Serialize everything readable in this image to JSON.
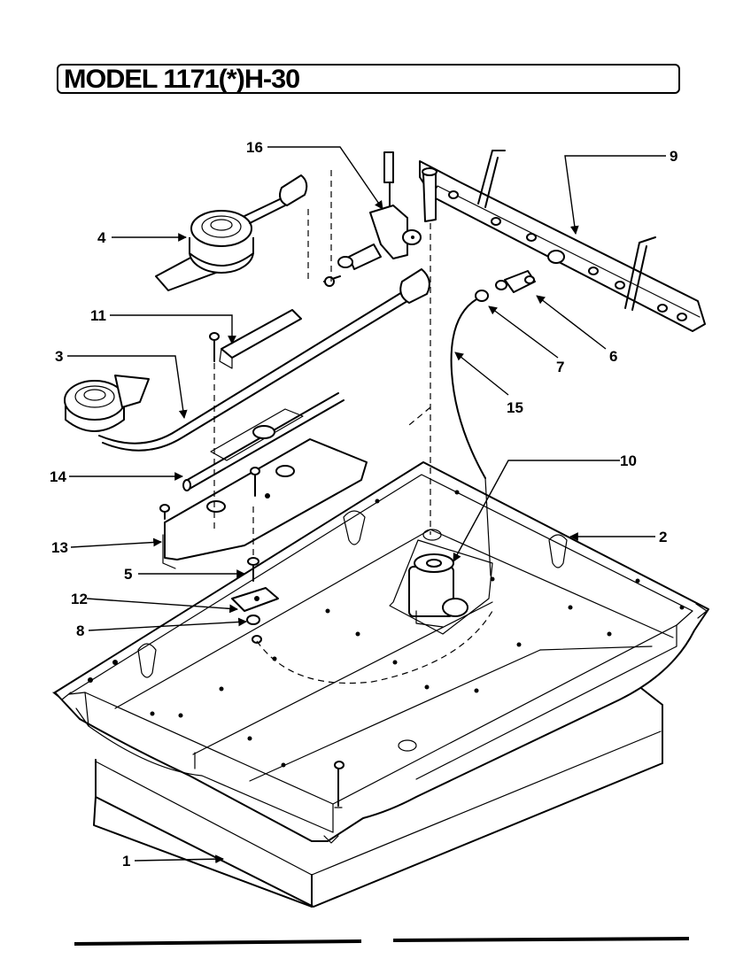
{
  "title": "MODEL 1171(*)H-30",
  "callouts": {
    "c1": "1",
    "c2": "2",
    "c3": "3",
    "c4": "4",
    "c5": "5",
    "c6": "6",
    "c7": "7",
    "c8": "8",
    "c9": "9",
    "c10": "10",
    "c11": "11",
    "c12": "12",
    "c13": "13",
    "c14": "14",
    "c15": "15",
    "c16": "16"
  }
}
